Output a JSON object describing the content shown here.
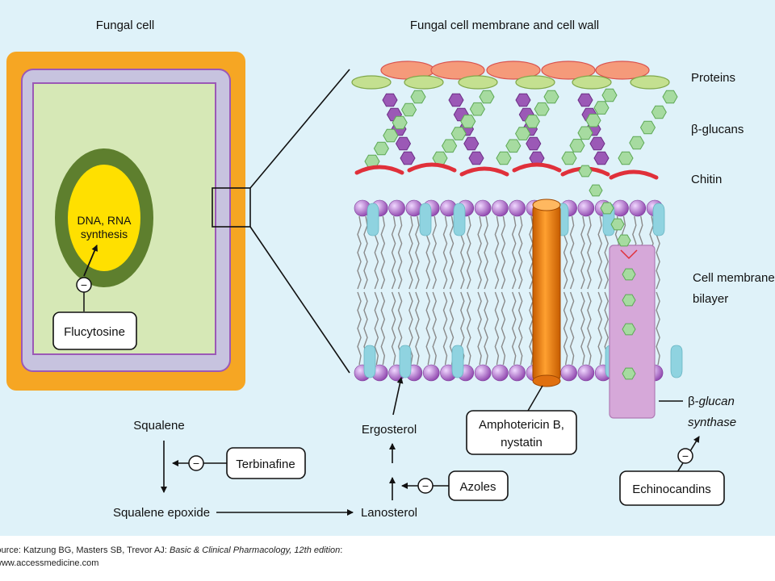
{
  "colors": {
    "background": "#dff2f9",
    "cell_wall_orange": "#f6a623",
    "cytoplasm": "#d6e8b6",
    "nucleus_ring": "#5e7f2e",
    "nucleus_core": "#ffe000",
    "membrane_lavender": "#c7c3df",
    "protein_red": "#f59a7a",
    "protein_green": "#c4e090",
    "glucan_hex": "#a6dba0",
    "chitin_red": "#e0303a",
    "phospholipid_head": "#9b59b6",
    "ergosterol": "#8fd3e0",
    "amphotericin": "#f08c1e",
    "synthase": "#d6a8d9"
  },
  "titles": {
    "left": "Fungal cell",
    "right": "Fungal cell membrane and cell wall"
  },
  "structure_labels": {
    "proteins": "Proteins",
    "beta_glucans": "β-glucans",
    "chitin": "Chitin",
    "cell_membrane_line1": "Cell membrane",
    "cell_membrane_line2": "bilayer",
    "ergosterol": "Ergosterol",
    "synthase_prefix": "β-",
    "synthase_line1_italic": "glucan",
    "synthase_line2": "synthase",
    "dna_line1": "DNA, RNA",
    "dna_line2": "synthesis"
  },
  "pathway": {
    "squalene": "Squalene",
    "squalene_epoxide": "Squalene epoxide",
    "lanosterol": "Lanosterol"
  },
  "drugs": {
    "flucytosine": "Flucytosine",
    "terbinafine": "Terbinafine",
    "azoles": "Azoles",
    "amphotericin_line1": "Amphotericin B,",
    "amphotericin_line2": "nystatin",
    "echinocandins": "Echinocandins"
  },
  "inhibit_symbol": "−",
  "source": {
    "prefix": "Source: Katzung BG, Masters SB, Trevor AJ: ",
    "book": "Basic & Clinical Pharmacology, 12th edition",
    "suffix": ":",
    "url": "www.accessmedicine.com"
  }
}
